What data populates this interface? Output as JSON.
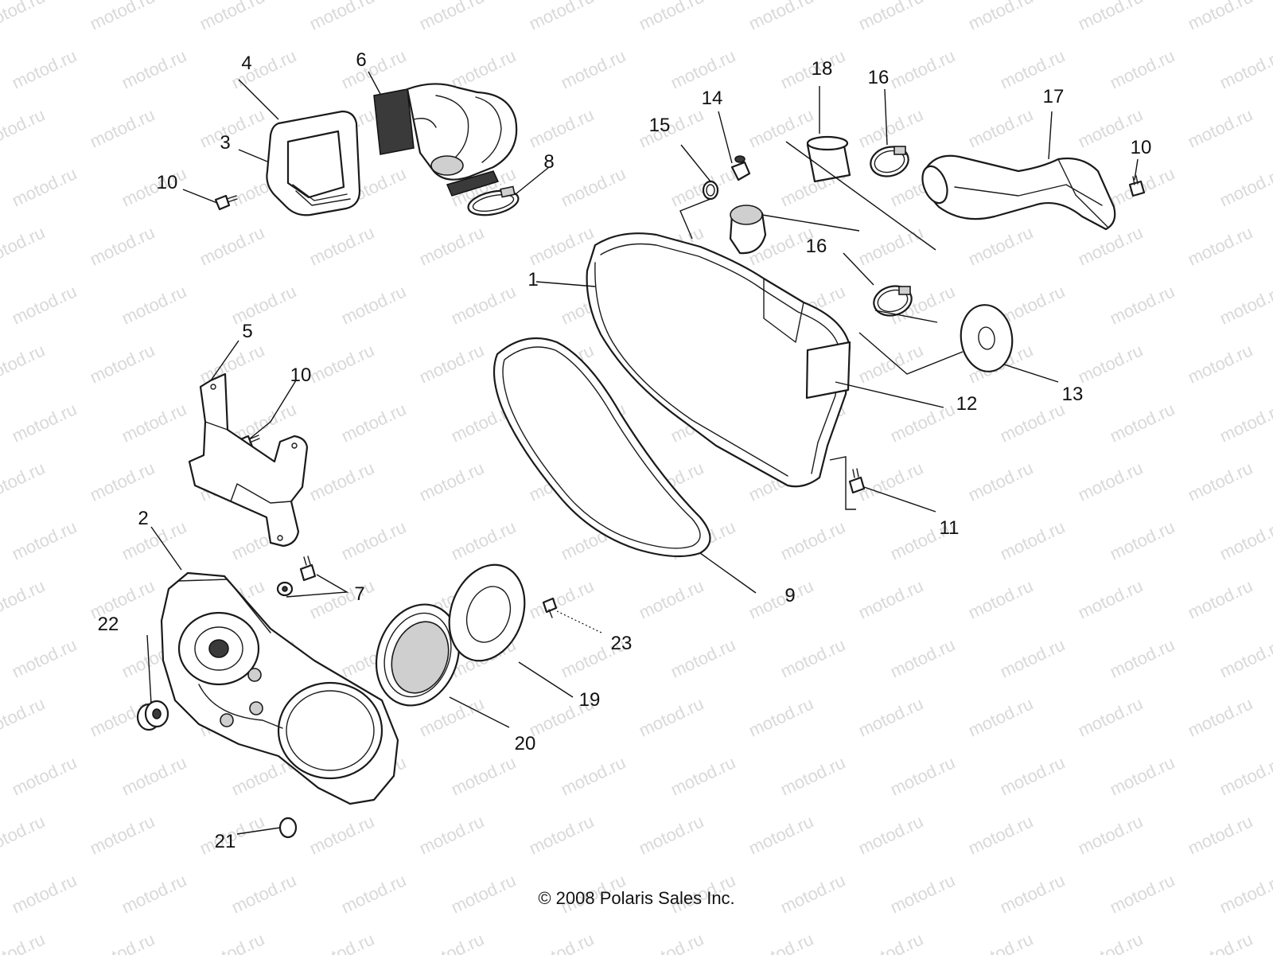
{
  "diagram": {
    "callouts": {
      "c1": "1",
      "c2": "2",
      "c3": "3",
      "c4": "4",
      "c5": "5",
      "c6": "6",
      "c7": "7",
      "c8": "8",
      "c9": "9",
      "c10a": "10",
      "c10b": "10",
      "c10c": "10",
      "c11": "11",
      "c12": "12",
      "c13": "13",
      "c14": "14",
      "c15": "15",
      "c16a": "16",
      "c16b": "16",
      "c17": "17",
      "c18": "18",
      "c19": "19",
      "c20": "20",
      "c21": "21",
      "c22": "22",
      "c23": "23"
    },
    "watermark": "motod.ru",
    "copyright": "© 2008 Polaris Sales Inc."
  }
}
